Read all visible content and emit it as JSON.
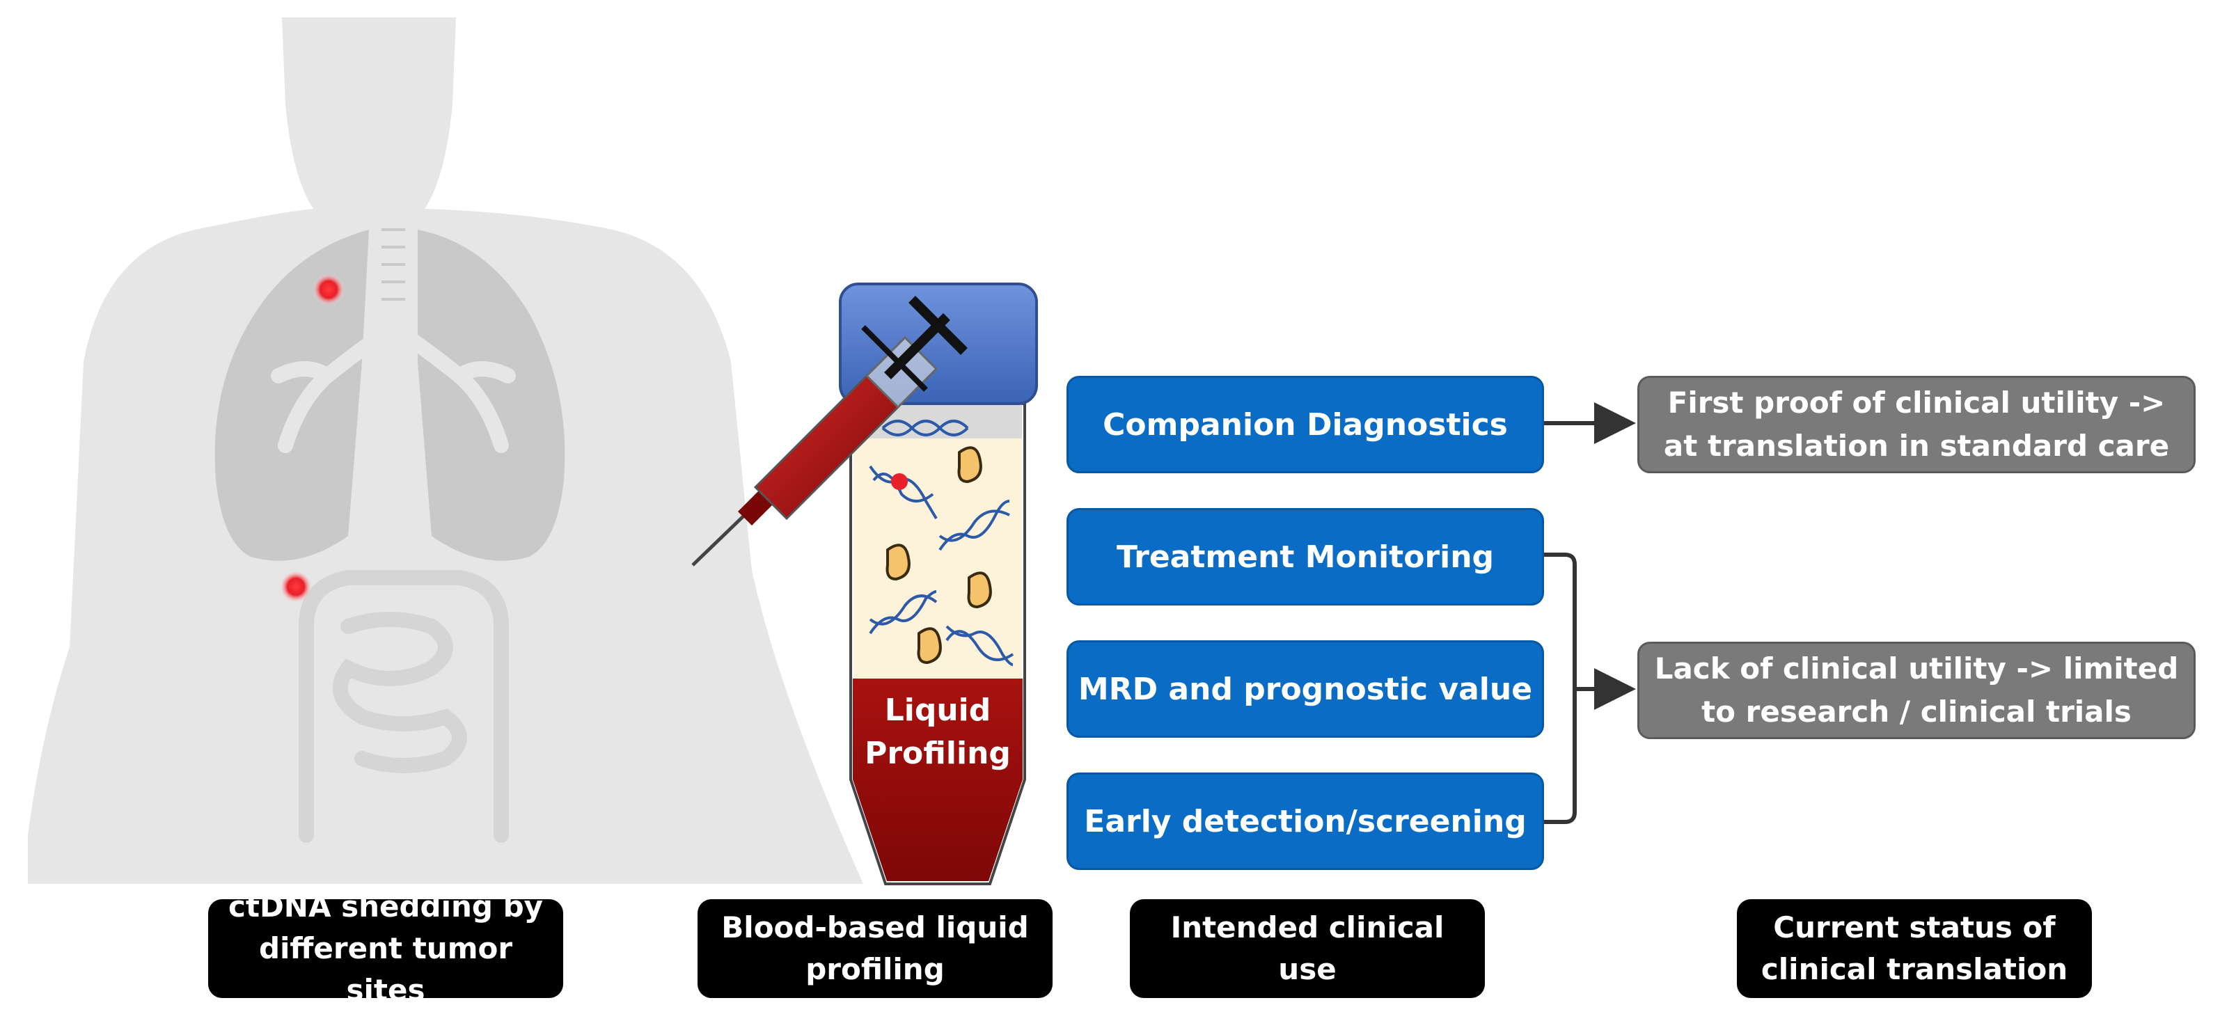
{
  "tube": {
    "label": "Liquid Profiling"
  },
  "clinical_uses": [
    "Companion Diagnostics",
    "Treatment Monitoring",
    "MRD and prognostic value",
    "Early detection/screening"
  ],
  "statuses": [
    "First proof of clinical utility -> at translation in standard care",
    "Lack of clinical utility -> limited to research / clinical trials"
  ],
  "captions": [
    "ctDNA shedding by different tumor sites",
    "Blood-based liquid profiling",
    "Intended clinical use",
    "Current status of clinical translation"
  ],
  "colors": {
    "use_box": "#0a6cc4",
    "status_box": "#7a7a7a",
    "caption": "#000000",
    "blood": "#9a0b0b",
    "cap": "#4a72c8",
    "tumor_dot": "#e8202a"
  }
}
